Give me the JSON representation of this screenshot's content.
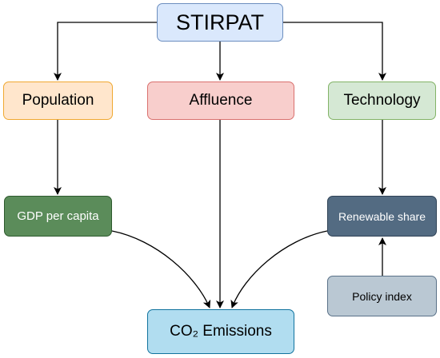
{
  "nodes": {
    "stirpat": "STIRPAT",
    "population": "Population",
    "affluence": "Affluence",
    "technology": "Technology",
    "gdp": "GDP per capita",
    "renewable": "Renewable share",
    "policy": "Policy index",
    "co2": "CO₂ Emissions"
  },
  "colors": {
    "stirpat_fill": "#dae8fc",
    "population_fill": "#ffe6cc",
    "affluence_fill": "#f8cecc",
    "technology_fill": "#d5e8d4",
    "gdp_fill": "#5b8c5a",
    "renewable_fill": "#536b82",
    "policy_fill": "#bac8d3",
    "co2_fill": "#b1ddf0",
    "edge": "#000000"
  },
  "edges": [
    {
      "from": "stirpat",
      "to": "population"
    },
    {
      "from": "stirpat",
      "to": "affluence"
    },
    {
      "from": "stirpat",
      "to": "technology"
    },
    {
      "from": "population",
      "to": "gdp"
    },
    {
      "from": "technology",
      "to": "renewable"
    },
    {
      "from": "affluence",
      "to": "co2"
    },
    {
      "from": "gdp",
      "to": "co2"
    },
    {
      "from": "renewable",
      "to": "co2"
    },
    {
      "from": "policy",
      "to": "renewable"
    }
  ]
}
